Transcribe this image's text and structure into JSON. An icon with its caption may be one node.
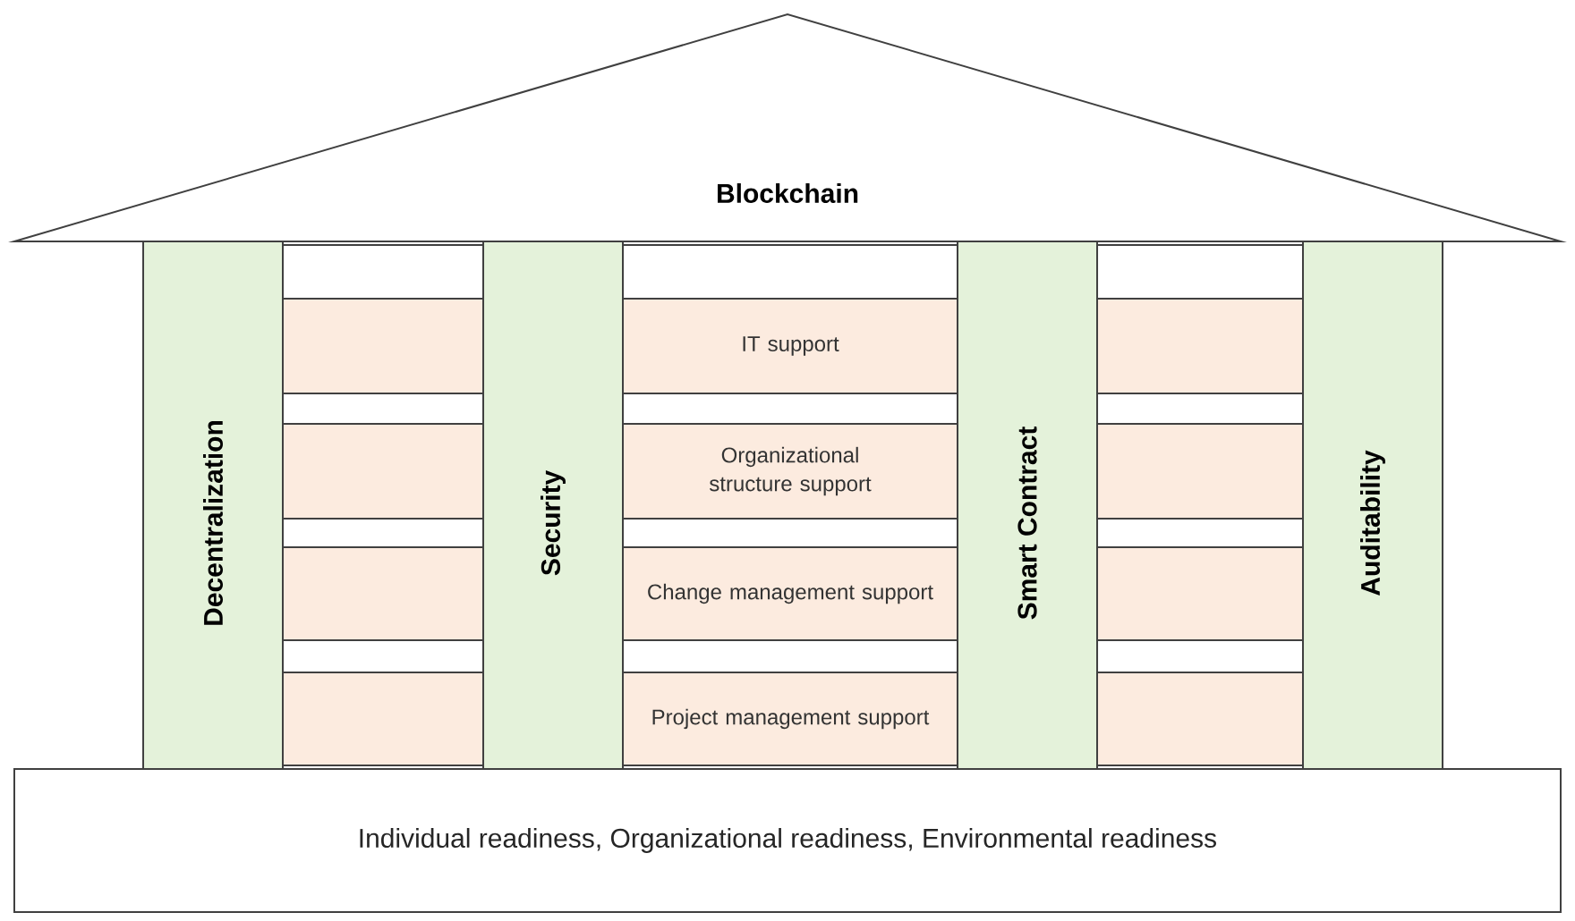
{
  "diagram": {
    "nodes": [
      {
        "text": [
          "Blockchain"
        ]
      },
      {
        "text": [
          "Decentralization"
        ]
      },
      {
        "text": [],
        "shape": "box"
      },
      {
        "text": [],
        "shape": "box"
      },
      {
        "text": [],
        "shape": "box"
      },
      {
        "text": [],
        "shape": "box"
      },
      {
        "text": [
          "Security"
        ]
      },
      {
        "text": [
          "IT support"
        ]
      },
      {
        "text": [
          "Organizational structure support"
        ]
      },
      {
        "text": [
          "Change management support"
        ]
      },
      {
        "text": [
          "Project management support"
        ]
      },
      {
        "text": [
          "Smart Contract"
        ]
      },
      {
        "text": [],
        "shape": "box"
      },
      {
        "text": [],
        "shape": "box"
      },
      {
        "text": [],
        "shape": "box"
      },
      {
        "text": [],
        "shape": "box"
      },
      {
        "text": [
          "Auditability"
        ]
      },
      {
        "text": [
          "Individual readiness, Organizational readiness, Environmental readiness"
        ]
      }
    ],
    "edges": []
  }
}
